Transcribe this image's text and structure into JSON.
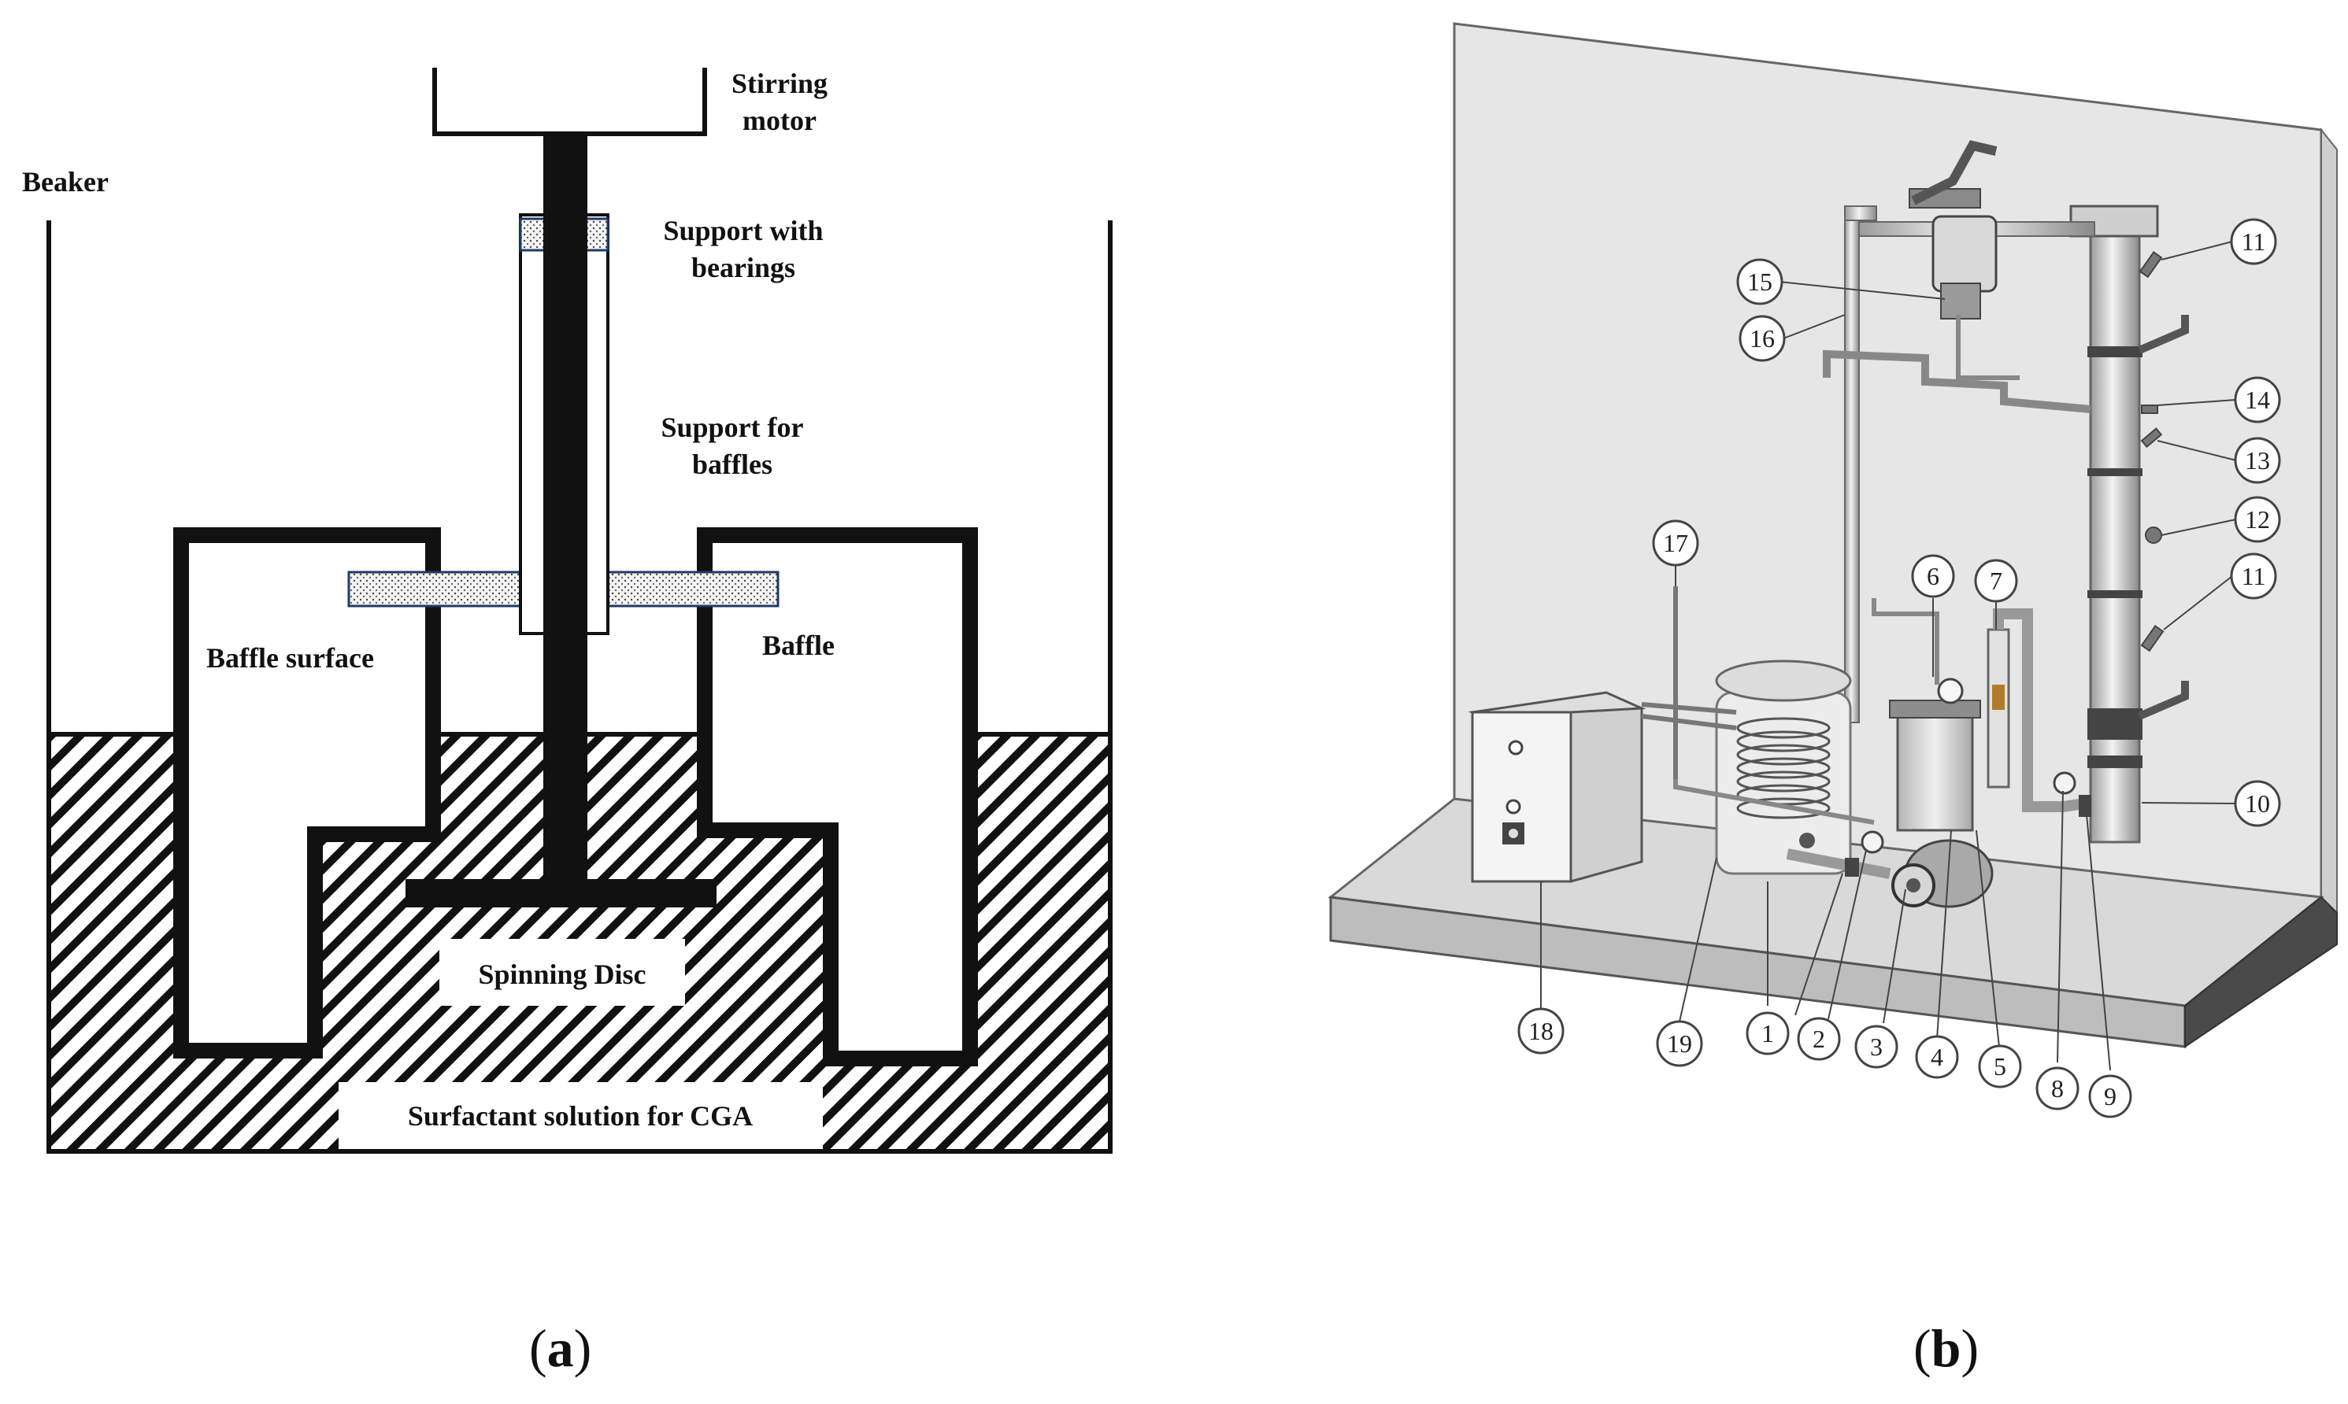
{
  "panel_a": {
    "labels": {
      "stirring_motor_1": "Stirring",
      "stirring_motor_2": "motor",
      "beaker": "Beaker",
      "support_bearings_1": "Support with",
      "support_bearings_2": "bearings",
      "support_baffles_1": "Support for",
      "support_baffles_2": "baffles",
      "baffle_surface": "Baffle surface",
      "baffle": "Baffle",
      "spinning_disc": "Spinning Disc",
      "surfactant": "Surfactant solution for CGA"
    },
    "caption_letter": "a"
  },
  "panel_b": {
    "callouts": [
      "1",
      "2",
      "3",
      "4",
      "5",
      "6",
      "7",
      "8",
      "9",
      "10",
      "11",
      "11",
      "12",
      "13",
      "14",
      "15",
      "16",
      "17",
      "18",
      "19"
    ],
    "caption_letter": "b"
  }
}
